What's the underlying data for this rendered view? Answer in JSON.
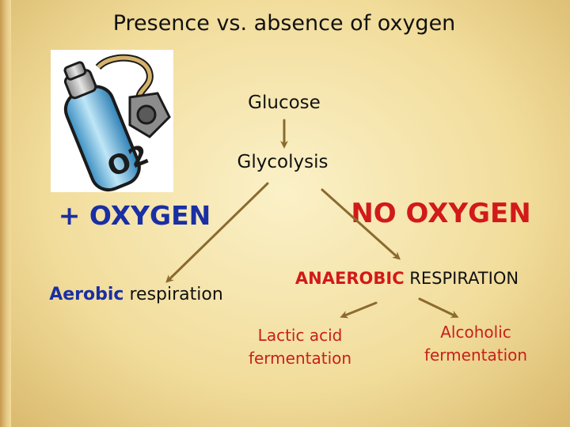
{
  "title": "Presence vs. absence of oxygen",
  "image": {
    "icon": "oxygen-tank-icon",
    "label": "O2"
  },
  "nodes": {
    "glucose": "Glucose",
    "glycolysis": "Glycolysis",
    "plus_oxygen": "+ OXYGEN",
    "no_oxygen": "NO OXYGEN",
    "aerobic_highlight": "Aerobic",
    "aerobic_rest": " respiration",
    "anaerobic_highlight": "ANAEROBIC",
    "anaerobic_rest": " RESPIRATION",
    "lactic_line1": "Lactic acid",
    "lactic_line2": "fermentation",
    "alcoholic_line1": "Alcoholic",
    "alcoholic_line2": "fermentation"
  },
  "colors": {
    "aerobic": "#1a2fa3",
    "anaerobic": "#d11a1a",
    "arrow": "#8b6a2e"
  }
}
